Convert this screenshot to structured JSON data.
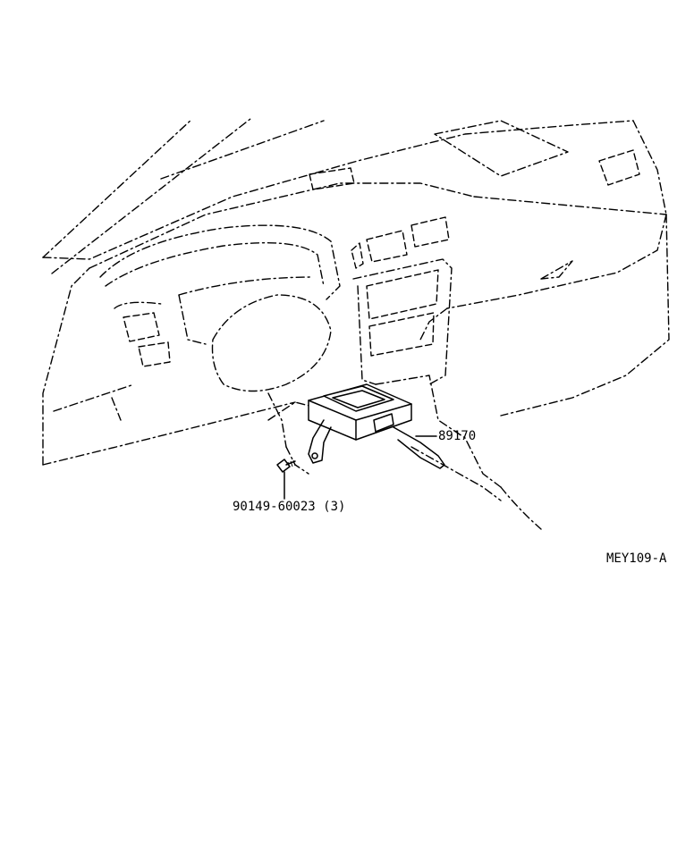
{
  "diagram": {
    "callouts": {
      "part_module": "89170",
      "part_bolt": "90149-60023 (3)"
    },
    "figure_code": "MEY109-A"
  }
}
